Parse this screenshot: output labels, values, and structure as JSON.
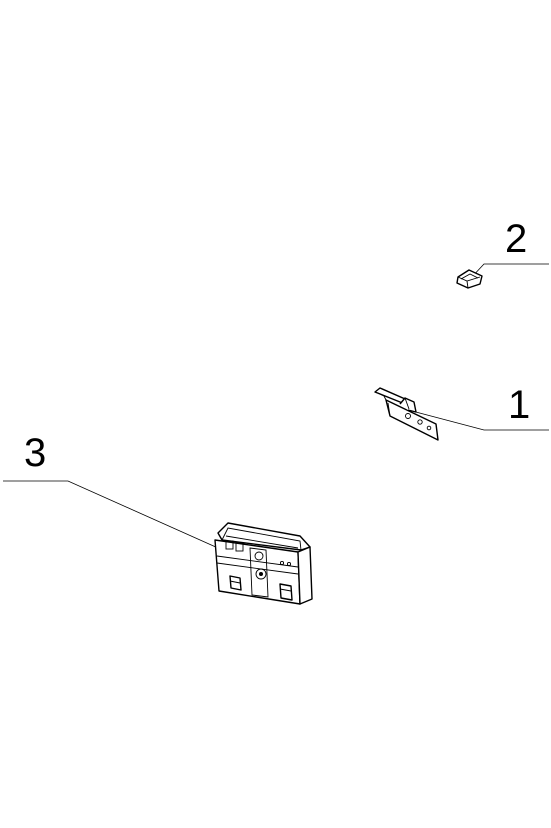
{
  "callouts": [
    {
      "id": "1",
      "label": "1"
    },
    {
      "id": "2",
      "label": "2"
    },
    {
      "id": "3",
      "label": "3"
    }
  ],
  "icons": {
    "part_1": "bracket-plate-icon",
    "part_2": "small-clip-icon",
    "part_3": "housing-box-icon"
  },
  "colors": {
    "line": "#000000",
    "background": "#ffffff"
  }
}
